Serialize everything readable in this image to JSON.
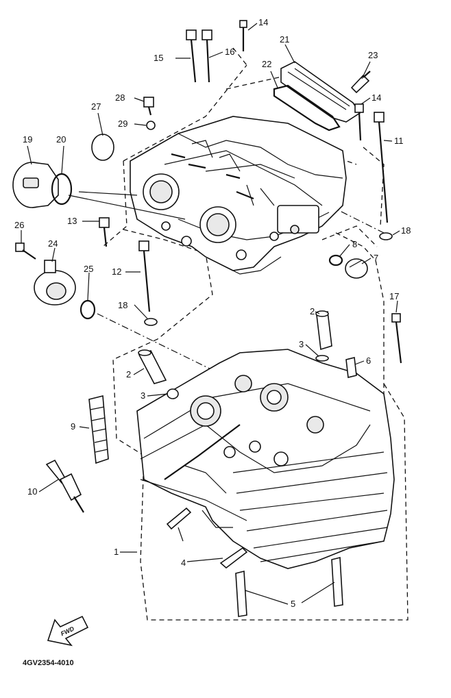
{
  "diagram": {
    "part_code": "4GV2354-4010",
    "fwd_label": "FWD",
    "callouts": [
      {
        "id": "c1",
        "text": "1"
      },
      {
        "id": "c2a",
        "text": "2"
      },
      {
        "id": "c2b",
        "text": "2"
      },
      {
        "id": "c3a",
        "text": "3"
      },
      {
        "id": "c3b",
        "text": "3"
      },
      {
        "id": "c4",
        "text": "4"
      },
      {
        "id": "c5",
        "text": "5"
      },
      {
        "id": "c6",
        "text": "6"
      },
      {
        "id": "c7",
        "text": "7"
      },
      {
        "id": "c8",
        "text": "8"
      },
      {
        "id": "c9",
        "text": "9"
      },
      {
        "id": "c10",
        "text": "10"
      },
      {
        "id": "c11",
        "text": "11"
      },
      {
        "id": "c12",
        "text": "12"
      },
      {
        "id": "c13",
        "text": "13"
      },
      {
        "id": "c14a",
        "text": "14"
      },
      {
        "id": "c14b",
        "text": "14"
      },
      {
        "id": "c15",
        "text": "15"
      },
      {
        "id": "c16",
        "text": "16"
      },
      {
        "id": "c17",
        "text": "17"
      },
      {
        "id": "c18a",
        "text": "18"
      },
      {
        "id": "c18b",
        "text": "18"
      },
      {
        "id": "c19",
        "text": "19"
      },
      {
        "id": "c20",
        "text": "20"
      },
      {
        "id": "c21",
        "text": "21"
      },
      {
        "id": "c22",
        "text": "22"
      },
      {
        "id": "c23",
        "text": "23"
      },
      {
        "id": "c24",
        "text": "24"
      },
      {
        "id": "c25",
        "text": "25"
      },
      {
        "id": "c26",
        "text": "26"
      },
      {
        "id": "c27",
        "text": "27"
      },
      {
        "id": "c28",
        "text": "28"
      },
      {
        "id": "c29",
        "text": "29"
      }
    ]
  }
}
